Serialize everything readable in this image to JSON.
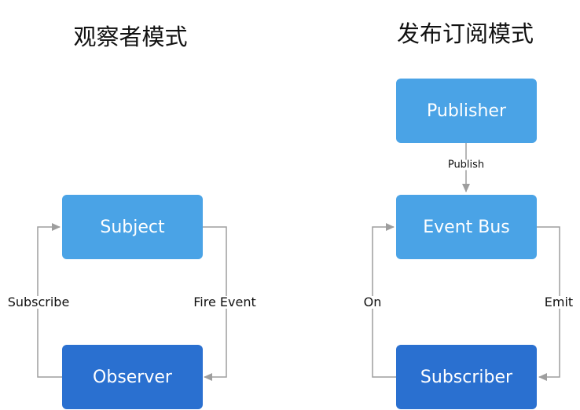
{
  "left": {
    "title": "观察者模式",
    "subject": "Subject",
    "observer": "Observer",
    "subscribe": "Subscribe",
    "fire_event": "Fire Event"
  },
  "right": {
    "title": "发布订阅模式",
    "publisher": "Publisher",
    "event_bus": "Event Bus",
    "subscriber": "Subscriber",
    "publish": "Publish",
    "on": "On",
    "emit": "Emit"
  },
  "colors": {
    "light_box": "#4aa3e6",
    "dark_box": "#2a70d0",
    "arrow": "#9e9e9e"
  }
}
